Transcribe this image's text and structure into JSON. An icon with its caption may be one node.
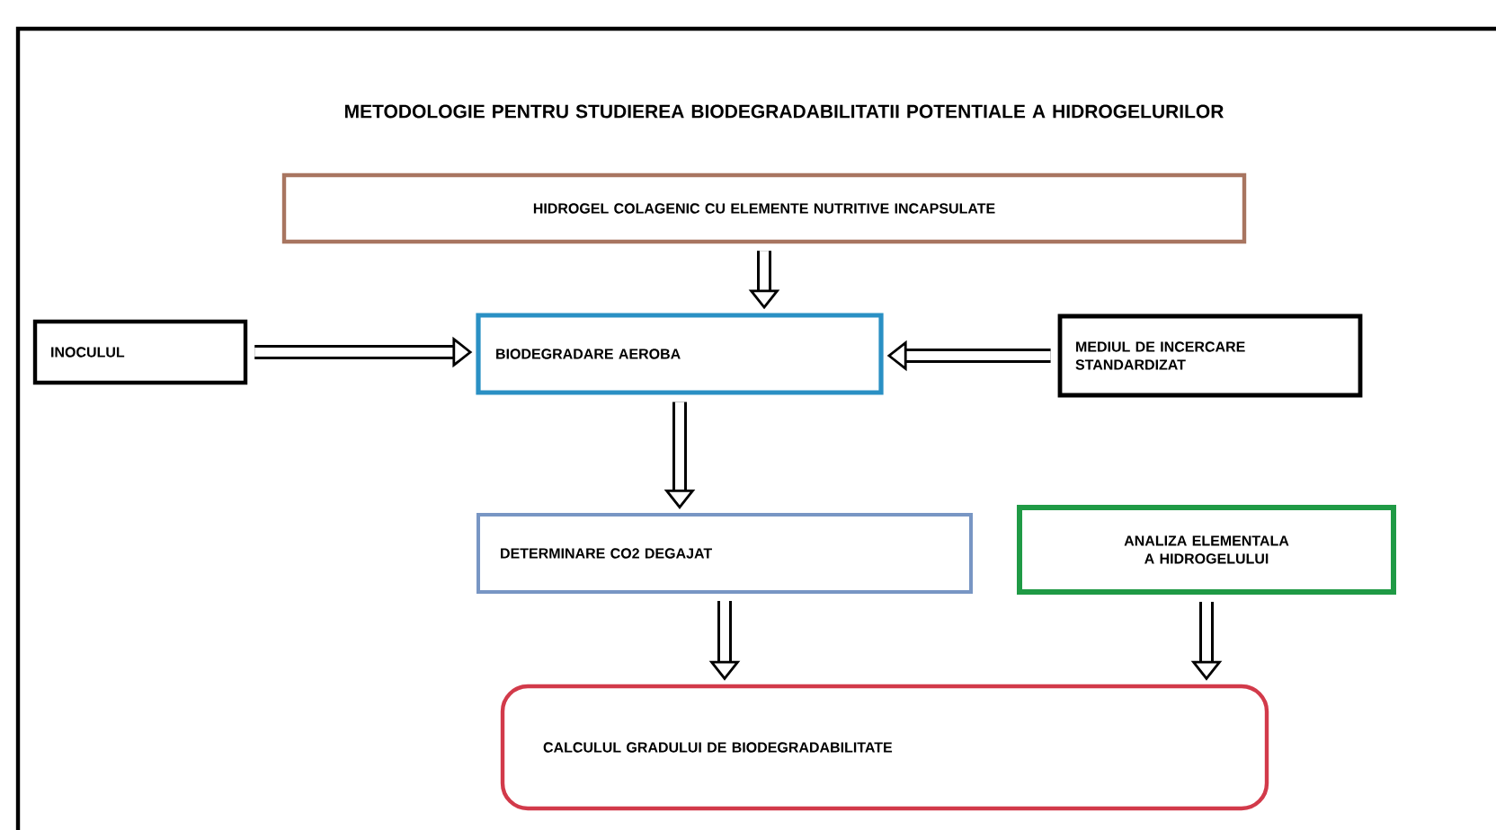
{
  "diagram": {
    "title": "METODOLOGIE PENTRU STUDIEREA BIODEGRADABILITATII POTENTIALE A HIDROGELURILOR",
    "nodes": [
      {
        "text": [
          "HIDROGEL COLAGENIC CU ELEMENTE NUTRITIVE INCAPSULATE"
        ]
      },
      {
        "text": [
          "INOCULUL"
        ]
      },
      {
        "text": [
          "BIODEGRADARE AEROBA"
        ]
      },
      {
        "text": [
          "MEDIUL DE INCERCARE STANDARDIZAT"
        ]
      },
      {
        "text": [
          "DETERMINARE CO2 DEGAJAT"
        ]
      },
      {
        "text": [
          "ANALIZA ELEMENTALA A HIDROGELULUI"
        ]
      },
      {
        "text": [
          "CALCULUL GRADULUI DE BIODEGRADABILITATE"
        ]
      }
    ],
    "edges": [
      {
        "from": 0,
        "to": 2,
        "arrow": "to"
      },
      {
        "from": 1,
        "to": 2,
        "arrow": "to"
      },
      {
        "from": 3,
        "to": 2,
        "arrow": "to"
      },
      {
        "from": 2,
        "to": 4,
        "arrow": "to"
      },
      {
        "from": 4,
        "to": 6,
        "arrow": "to"
      },
      {
        "from": 5,
        "to": 6,
        "arrow": "to"
      }
    ]
  }
}
